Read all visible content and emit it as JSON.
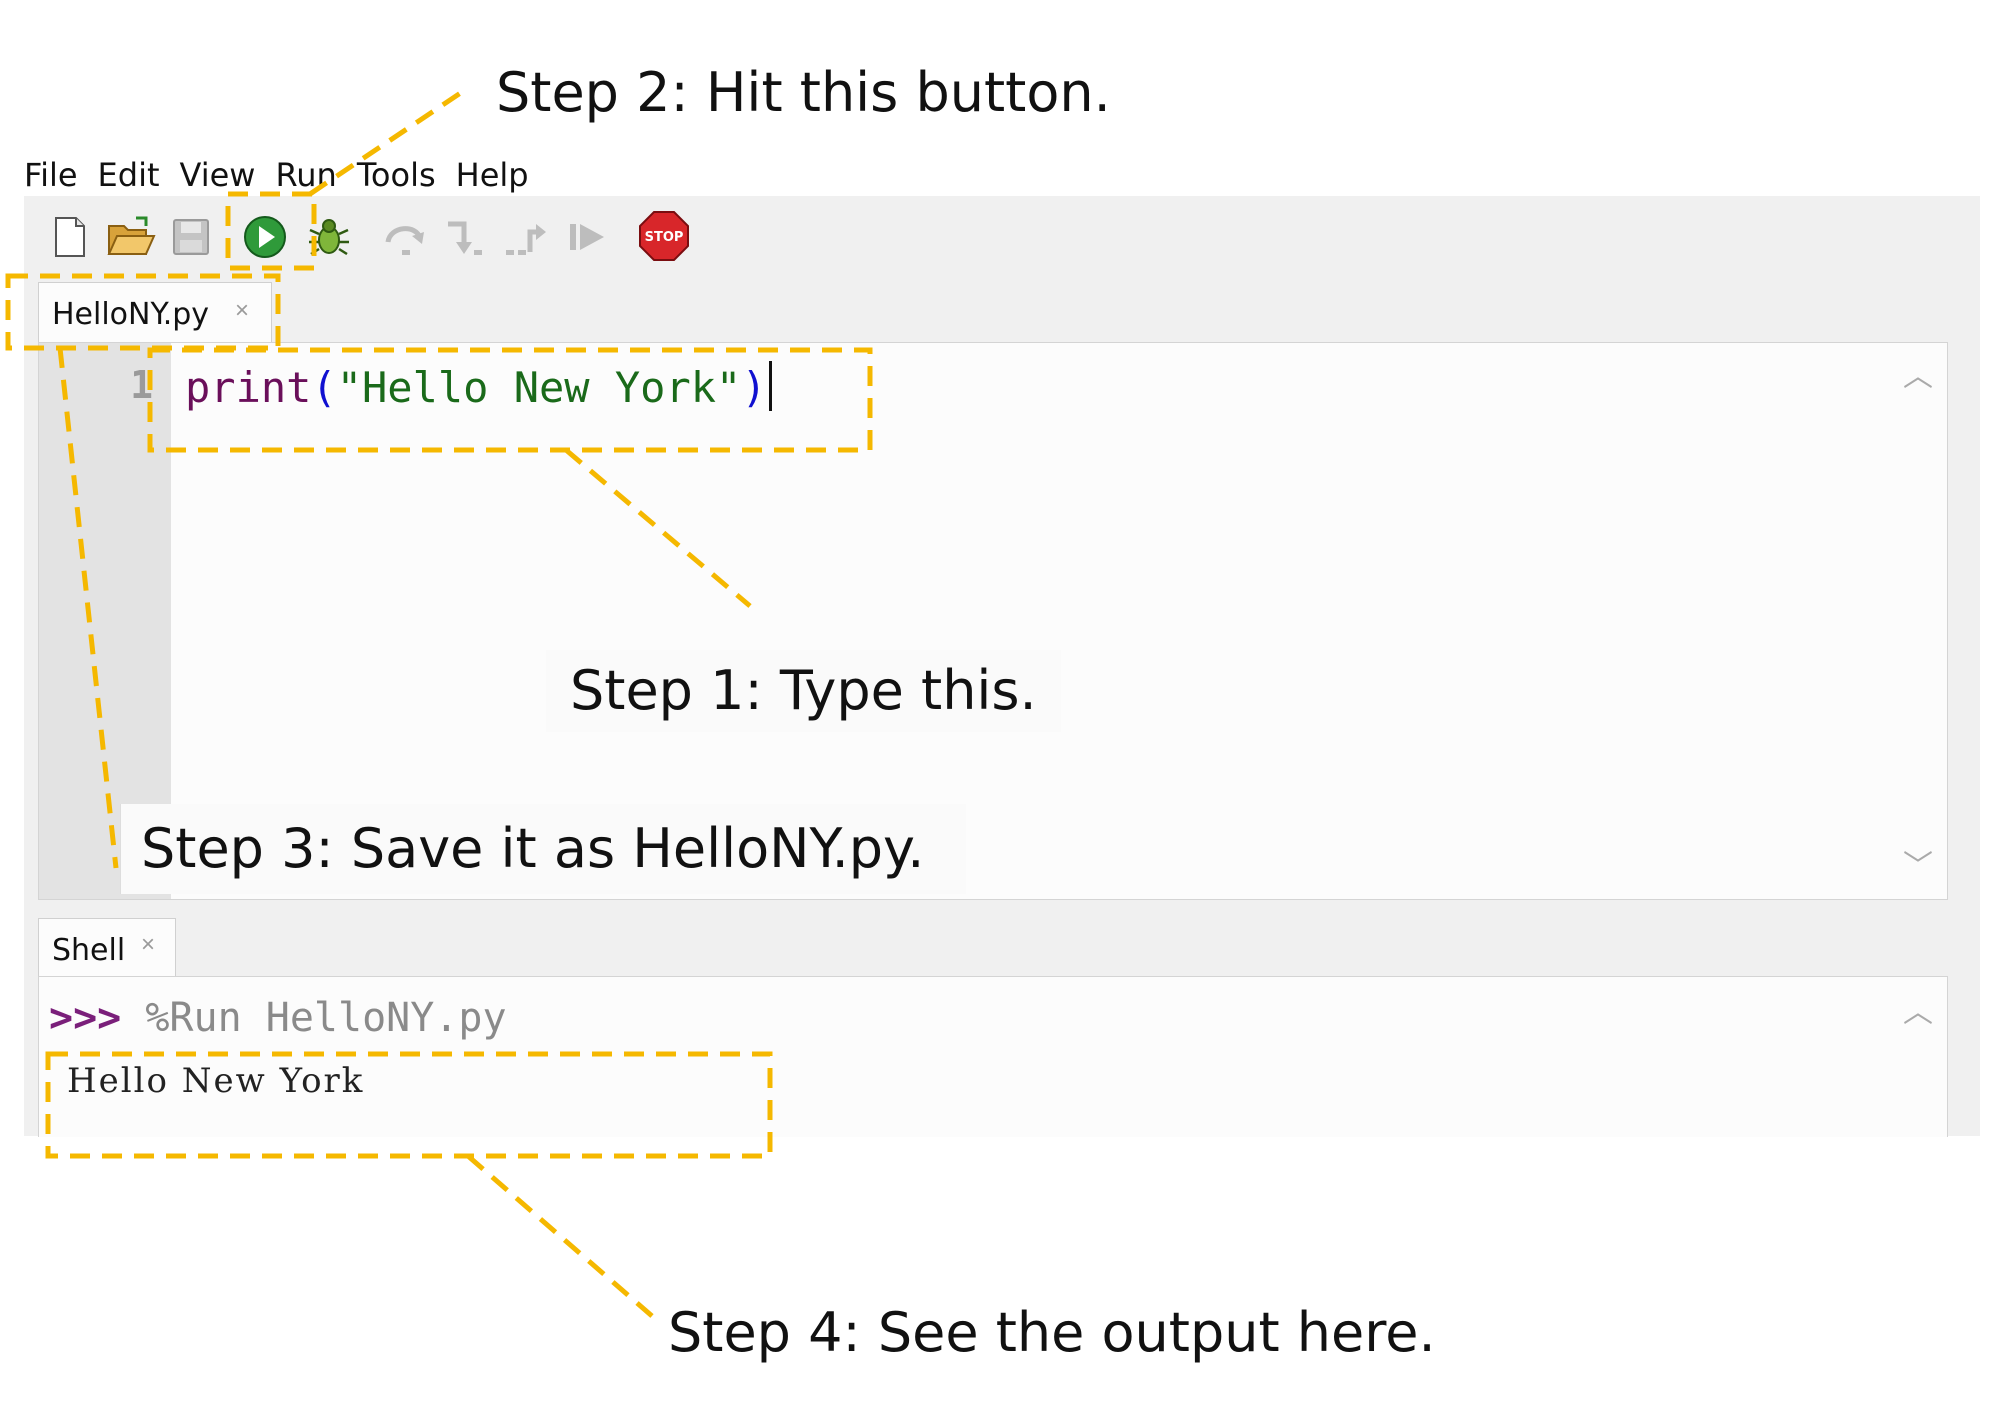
{
  "callouts": {
    "step1": "Step 1: Type this.",
    "step2": "Step 2: Hit this button.",
    "step3": "Step 3: Save it as HelloNY.py.",
    "step4": "Step 4: See the output here."
  },
  "menu": {
    "items": [
      {
        "label": "File"
      },
      {
        "label": "Edit"
      },
      {
        "label": "View"
      },
      {
        "label": "Run"
      },
      {
        "label": "Tools"
      },
      {
        "label": "Help"
      }
    ]
  },
  "toolbar": {
    "icons": [
      "new-file-icon",
      "open-folder-icon",
      "save-icon",
      "run-icon",
      "debug-bug-icon",
      "step-over-icon",
      "step-into-icon",
      "step-out-icon",
      "resume-icon",
      "stop-icon"
    ],
    "stop_label": "STOP"
  },
  "editor": {
    "tab_label": "HelloNY.py",
    "tab_close": "×",
    "line_number": "1",
    "code": {
      "func": "print",
      "open_paren": "(",
      "string": "\"Hello New York\"",
      "close_paren": ")"
    }
  },
  "shell": {
    "tab_label": "Shell",
    "tab_close": "×",
    "prompt": ">>>",
    "command": "%Run HelloNY.py",
    "output": "Hello New York"
  },
  "colors": {
    "annotation": "#f5b800",
    "keyword": "#6a0f5a",
    "paren": "#1010d0",
    "string": "#1a6a1a"
  }
}
